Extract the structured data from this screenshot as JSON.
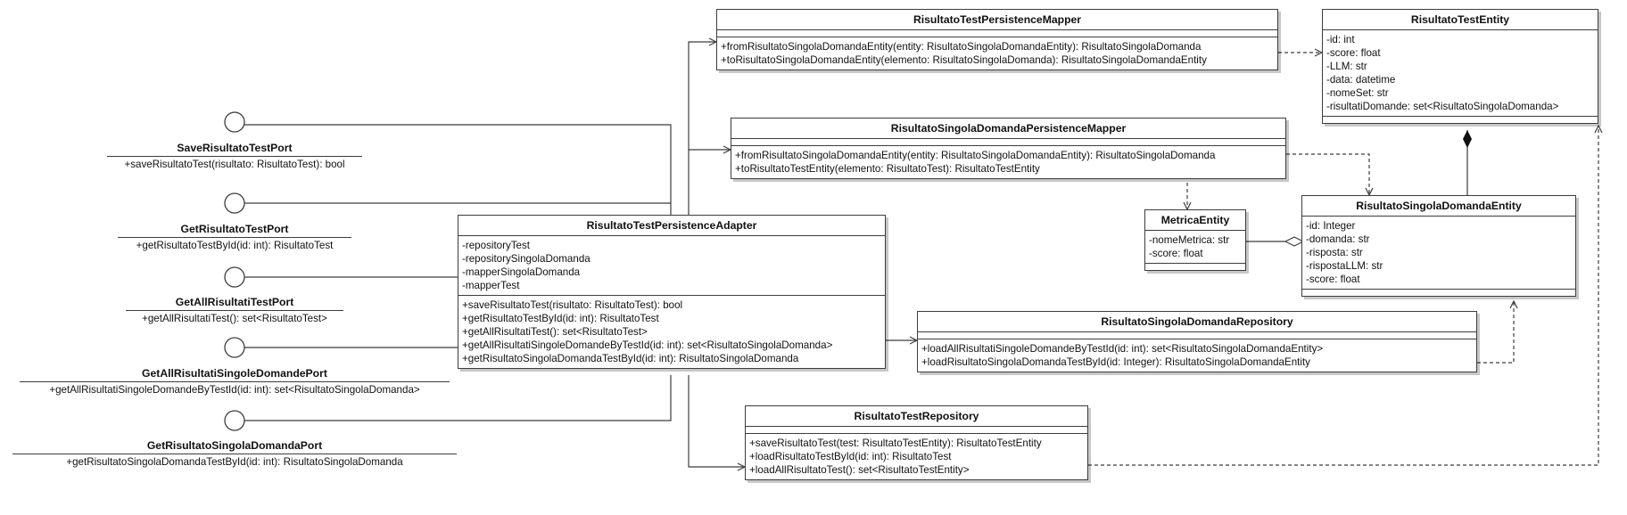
{
  "diagram": {
    "ports": [
      {
        "name": "SaveRisultatoTestPort",
        "op": "+saveRisultatoTest(risultato: RisultatoTest): bool"
      },
      {
        "name": "GetRisultatoTestPort",
        "op": "+getRisultatoTestById(id: int): RisultatoTest"
      },
      {
        "name": "GetAllRisultatiTestPort",
        "op": "+getAllRisultatiTest(): set<RisultatoTest>"
      },
      {
        "name": "GetAllRisultatiSingoleDomandePort",
        "op": "+getAllRisultatiSingoleDomandeByTestId(id: int): set<RisultatoSingolaDomanda>"
      },
      {
        "name": "GetRisultatoSingolaDomandaPort",
        "op": "+getRisultatoSingolaDomandaTestById(id: int): RisultatoSingolaDomanda"
      }
    ],
    "adapter": {
      "name": "RisultatoTestPersistenceAdapter",
      "attributes": [
        "-repositoryTest",
        "-repositorySingolaDomanda",
        "-mapperSingolaDomanda",
        "-mapperTest"
      ],
      "methods": [
        "+saveRisultatoTest(risultato: RisultatoTest): bool",
        "+getRisultatoTestById(id: int): RisultatoTest",
        "+getAllRisultatiTest(): set<RisultatoTest>",
        "+getAllRisultatiSingoleDomandeByTestId(id: int): set<RisultatoSingolaDomanda>",
        "+getRisultatoSingolaDomandaTestById(id: int): RisultatoSingolaDomanda"
      ]
    },
    "test_mapper": {
      "name": "RisultatoTestPersistenceMapper",
      "methods": [
        "+fromRisultatoSingolaDomandaEntity(entity: RisultatoSingolaDomandaEntity): RisultatoSingolaDomanda",
        "+toRisultatoSingolaDomandaEntity(elemento: RisultatoSingolaDomanda): RisultatoSingolaDomandaEntity"
      ]
    },
    "sd_mapper": {
      "name": "RisultatoSingolaDomandaPersistenceMapper",
      "methods": [
        "+fromRisultatoSingolaDomandaEntity(entity: RisultatoSingolaDomandaEntity): RisultatoSingolaDomanda",
        "+toRisultatoTestEntity(elemento: RisultatoTest): RisultatoTestEntity"
      ]
    },
    "test_entity": {
      "name": "RisultatoTestEntity",
      "attributes": [
        "-id: int",
        "-score: float",
        "-LLM: str",
        "-data: datetime",
        "-nomeSet: str",
        "-risultatiDomande: set<RisultatoSingolaDomanda>"
      ]
    },
    "sd_entity": {
      "name": "RisultatoSingolaDomandaEntity",
      "attributes": [
        "-id: Integer",
        "-domanda: str",
        "-risposta: str",
        "-rispostaLLM: str",
        "-score: float"
      ]
    },
    "metrica": {
      "name": "MetricaEntity",
      "attributes": [
        "-nomeMetrica: str",
        "-score: float"
      ]
    },
    "sd_repo": {
      "name": "RisultatoSingolaDomandaRepository",
      "methods": [
        "+loadAllRisultatiSingoleDomandeByTestId(id: int): set<RisultatoSingolaDomandaEntity>",
        "+loadRisultatoSingolaDomandaTestById(id: Integer): RisultatoSingolaDomandaEntity"
      ]
    },
    "test_repo": {
      "name": "RisultatoTestRepository",
      "methods": [
        "+saveRisultatoTest(test: RisultatoTestEntity): RisultatoTestEntity",
        "+loadRisultatoTestById(id: int): RisultatoTest",
        "+loadAllRisultatoTest(): set<RisultatoTestEntity>"
      ]
    },
    "colors": {
      "line": "#3c3c3c",
      "box_border": "#3c3c3c",
      "background": "#ffffff"
    }
  }
}
